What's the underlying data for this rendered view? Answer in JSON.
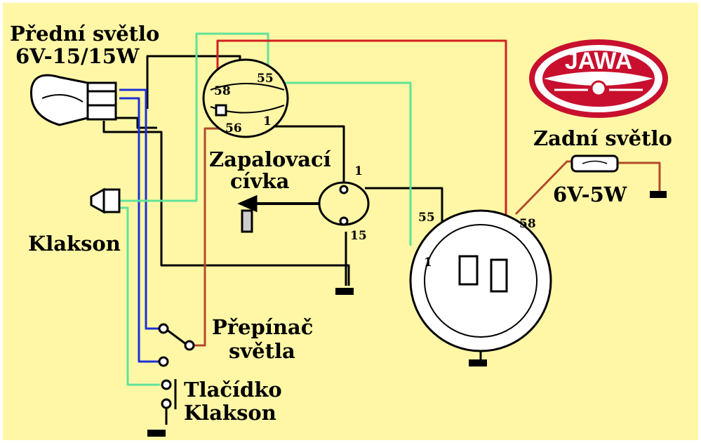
{
  "labels": {
    "headlight_line1": "Přední světlo",
    "headlight_line2": "6V-15/15W",
    "horn": "Klakson",
    "ignition_coil_line1": "Zapalovací",
    "ignition_coil_line2": "cívka",
    "light_switch_line1": "Přepínač",
    "light_switch_line2": "světla",
    "horn_button_line1": "Tlačídko",
    "horn_button_line2": "Klakson",
    "rear_light_line1": "Zadní světlo",
    "rear_light_line2": "6V-5W"
  },
  "terminals": {
    "switch_58": "58",
    "switch_55": "55",
    "switch_56": "56",
    "switch_1": "1",
    "coil_1": "1",
    "coil_15": "15",
    "magneto_55": "55",
    "magneto_1": "1",
    "magneto_58": "58"
  },
  "logo": {
    "text": "JAWA"
  },
  "colors": {
    "background": "#fff7a6",
    "wire_black": "#000000",
    "wire_blue": "#1c2fd6",
    "wire_green": "#5fe39a",
    "wire_red": "#d21f1f",
    "wire_brown": "#b14a2a",
    "logo_red": "#c8102e"
  }
}
